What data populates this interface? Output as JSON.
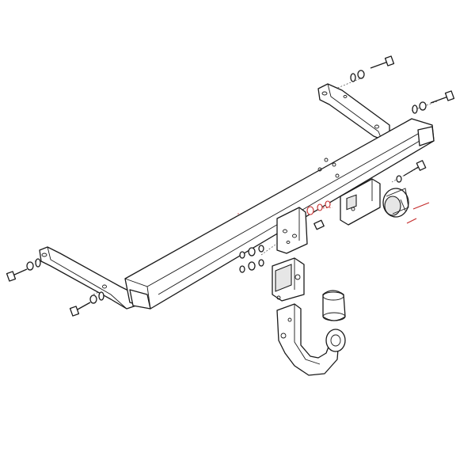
{
  "diagram": {
    "parts": [
      {
        "name": "crossbar",
        "kind": "main beam"
      },
      {
        "name": "left-mounting-bracket",
        "kind": "bracket"
      },
      {
        "name": "right-mounting-bracket",
        "kind": "bracket"
      },
      {
        "name": "receiver-socket",
        "kind": "coupling housing"
      },
      {
        "name": "detachable-towball-neck",
        "kind": "swan neck"
      },
      {
        "name": "towball-cap",
        "kind": "cover"
      },
      {
        "name": "electrical-socket",
        "kind": "socket"
      },
      {
        "name": "socket-plate",
        "kind": "plate"
      }
    ],
    "colors": {
      "line": "#1a1a1a",
      "fill": "#ffffff",
      "highlight": "#c42a2a"
    }
  }
}
